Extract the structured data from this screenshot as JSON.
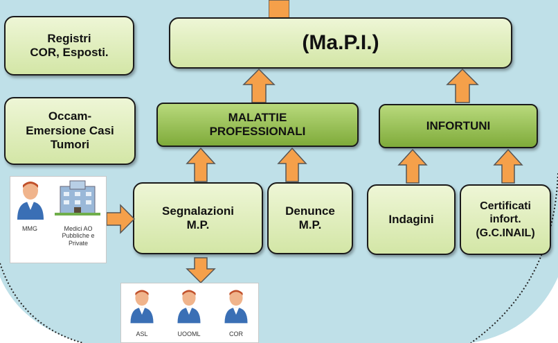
{
  "boxes": {
    "mapi": "(Ma.P.I.)",
    "registri_l1": "Registri",
    "registri_l2": "COR, Esposti.",
    "occam_l1": "Occam-",
    "occam_l2": "Emersione  Casi",
    "occam_l3": "Tumori",
    "malattie_l1": "MALATTIE",
    "malattie_l2": "PROFESSIONALI",
    "infortuni": "INFORTUNI",
    "segnalazioni_l1": "Segnalazioni",
    "segnalazioni_l2": "M.P.",
    "denunce_l1": "Denunce",
    "denunce_l2": "M.P.",
    "indagini": "Indagini",
    "certificati_l1": "Certificati",
    "certificati_l2": "infort.",
    "certificati_l3": "(G.C.INAIL)"
  },
  "sources": {
    "mmg": "MMG",
    "medici_l1": "Medici AO",
    "medici_l2": "Pubbliche e",
    "medici_l3": "Private"
  },
  "recipients": [
    "ASL",
    "UOOML",
    "COR"
  ],
  "colors": {
    "background": "#bfe0e8",
    "arrow": "#f5a04a",
    "box_light": "#e3efc0",
    "box_green": "#9cc45c"
  }
}
